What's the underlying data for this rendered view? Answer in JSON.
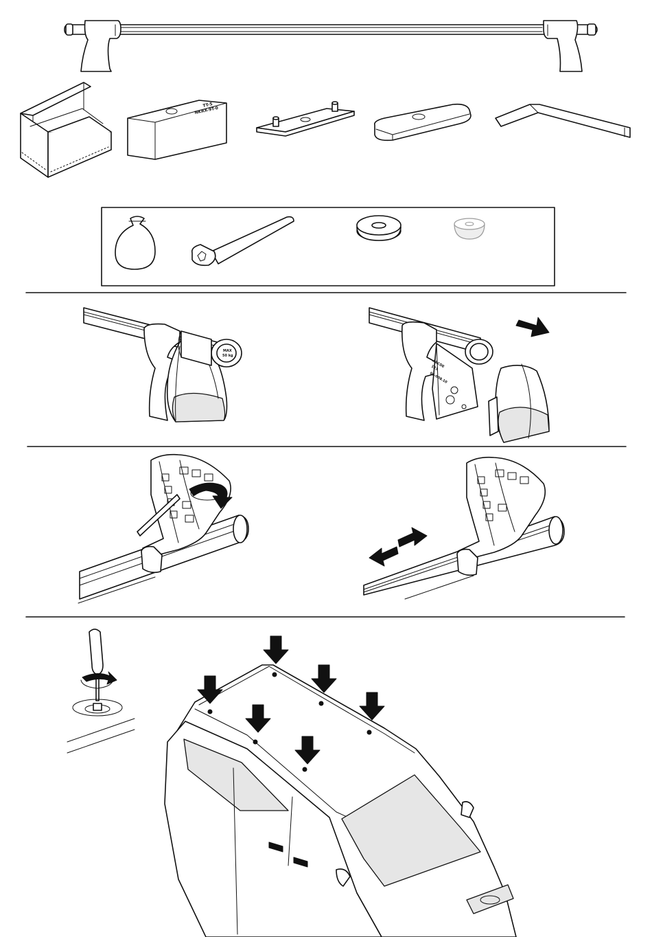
{
  "figure": {
    "sections": [
      "parts-overview",
      "small-parts-kit",
      "remove-foot-cover",
      "adjust-foot-position",
      "mount-on-roof"
    ]
  },
  "labels": {
    "load_line1": "MAX",
    "load_line2": "50 kg",
    "cover_line1": "ABCDE",
    "cover_line2": "123",
    "cover_line3": "06-008.10",
    "block_line1": "TT-5",
    "block_line2": "NKRX-9T-0"
  },
  "colors": {
    "ink": "#111111",
    "paper": "#ffffff",
    "shade": "#e6e6e6"
  }
}
